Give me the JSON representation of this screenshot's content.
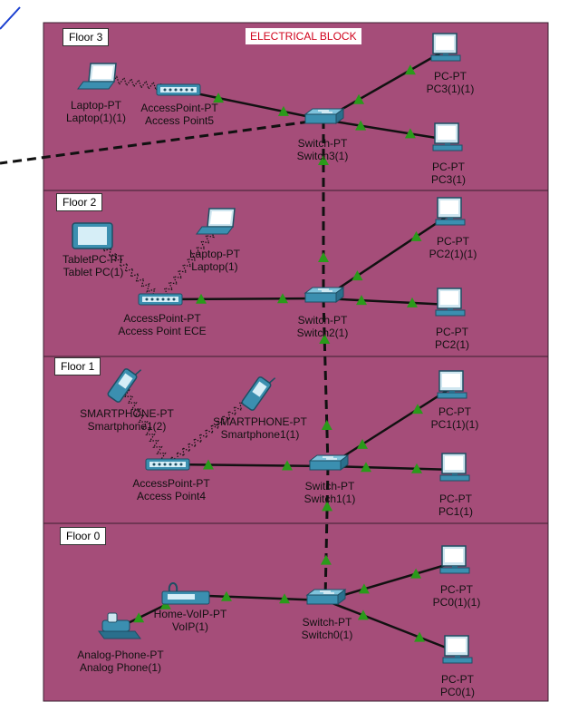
{
  "title": "ELECTRICAL BLOCK",
  "colors": {
    "floor_fill": "#a54d79",
    "floor_border": "#3a2030",
    "link": "#111111",
    "link_light": "#2a9a1a",
    "device": "#3b8fb0",
    "title_red": "#d0021b"
  },
  "floors": [
    {
      "id": "f3",
      "label": "Floor 3"
    },
    {
      "id": "f2",
      "label": "Floor 2"
    },
    {
      "id": "f1",
      "label": "Floor 1"
    },
    {
      "id": "f0",
      "label": "Floor 0"
    }
  ],
  "devices": [
    {
      "id": "laptop3",
      "type": "laptop",
      "model": "Laptop-PT",
      "name": "Laptop(1)(1)"
    },
    {
      "id": "ap5",
      "type": "ap",
      "model": "AccessPoint-PT",
      "name": "Access Point5"
    },
    {
      "id": "sw3",
      "type": "switch",
      "model": "Switch-PT",
      "name": "Switch3(1)"
    },
    {
      "id": "pc3a",
      "type": "pc",
      "model": "PC-PT",
      "name": "PC3(1)(1)"
    },
    {
      "id": "pc3b",
      "type": "pc",
      "model": "PC-PT",
      "name": "PC3(1)"
    },
    {
      "id": "tablet",
      "type": "tablet",
      "model": "TabletPC-PT",
      "name": "Tablet PC(1)"
    },
    {
      "id": "laptop2",
      "type": "laptop",
      "model": "Laptop-PT",
      "name": "Laptop(1)"
    },
    {
      "id": "apece",
      "type": "ap",
      "model": "AccessPoint-PT",
      "name": "Access Point ECE"
    },
    {
      "id": "sw2",
      "type": "switch",
      "model": "Switch-PT",
      "name": "Switch2(1)"
    },
    {
      "id": "pc2a",
      "type": "pc",
      "model": "PC-PT",
      "name": "PC2(1)(1)"
    },
    {
      "id": "pc2b",
      "type": "pc",
      "model": "PC-PT",
      "name": "PC2(1)"
    },
    {
      "id": "sp1",
      "type": "phone",
      "model": "SMARTPHONE-PT",
      "name": "Smartphone1(2)"
    },
    {
      "id": "sp2",
      "type": "phone",
      "model": "SMARTPHONE-PT",
      "name": "Smartphone1(1)"
    },
    {
      "id": "ap4",
      "type": "ap",
      "model": "AccessPoint-PT",
      "name": "Access Point4"
    },
    {
      "id": "sw1",
      "type": "switch",
      "model": "Switch-PT",
      "name": "Switch1(1)"
    },
    {
      "id": "pc1a",
      "type": "pc",
      "model": "PC-PT",
      "name": "PC1(1)(1)"
    },
    {
      "id": "pc1b",
      "type": "pc",
      "model": "PC-PT",
      "name": "PC1(1)"
    },
    {
      "id": "voip",
      "type": "voip",
      "model": "Home-VoIP-PT",
      "name": "VoIP(1)"
    },
    {
      "id": "analog",
      "type": "analog",
      "model": "Analog-Phone-PT",
      "name": "Analog Phone(1)"
    },
    {
      "id": "sw0",
      "type": "switch",
      "model": "Switch-PT",
      "name": "Switch0(1)"
    },
    {
      "id": "pc0a",
      "type": "pc",
      "model": "PC-PT",
      "name": "PC0(1)(1)"
    },
    {
      "id": "pc0b",
      "type": "pc",
      "model": "PC-PT",
      "name": "PC0(1)"
    }
  ],
  "links": [
    {
      "from": "ap5",
      "to": "sw3",
      "style": "solid"
    },
    {
      "from": "sw3",
      "to": "pc3a",
      "style": "solid"
    },
    {
      "from": "sw3",
      "to": "pc3b",
      "style": "solid"
    },
    {
      "from": "apece",
      "to": "sw2",
      "style": "solid"
    },
    {
      "from": "sw2",
      "to": "pc2a",
      "style": "solid"
    },
    {
      "from": "sw2",
      "to": "pc2b",
      "style": "solid"
    },
    {
      "from": "ap4",
      "to": "sw1",
      "style": "solid"
    },
    {
      "from": "sw1",
      "to": "pc1a",
      "style": "solid"
    },
    {
      "from": "sw1",
      "to": "pc1b",
      "style": "solid"
    },
    {
      "from": "voip",
      "to": "sw0",
      "style": "solid"
    },
    {
      "from": "sw0",
      "to": "pc0a",
      "style": "solid"
    },
    {
      "from": "sw0",
      "to": "pc0b",
      "style": "solid"
    },
    {
      "from": "analog",
      "to": "voip",
      "style": "solid"
    },
    {
      "from": "sw3",
      "to": "sw2",
      "style": "dashed"
    },
    {
      "from": "sw2",
      "to": "sw1",
      "style": "dashed"
    },
    {
      "from": "sw1",
      "to": "sw0",
      "style": "dashed"
    },
    {
      "from": "sw3",
      "to": "offpage",
      "style": "dashed"
    },
    {
      "from": "laptop3",
      "to": "ap5",
      "style": "wireless"
    },
    {
      "from": "tablet",
      "to": "apece",
      "style": "wireless"
    },
    {
      "from": "laptop2",
      "to": "apece",
      "style": "wireless"
    },
    {
      "from": "sp1",
      "to": "ap4",
      "style": "wireless"
    },
    {
      "from": "sp2",
      "to": "ap4",
      "style": "wireless"
    }
  ]
}
